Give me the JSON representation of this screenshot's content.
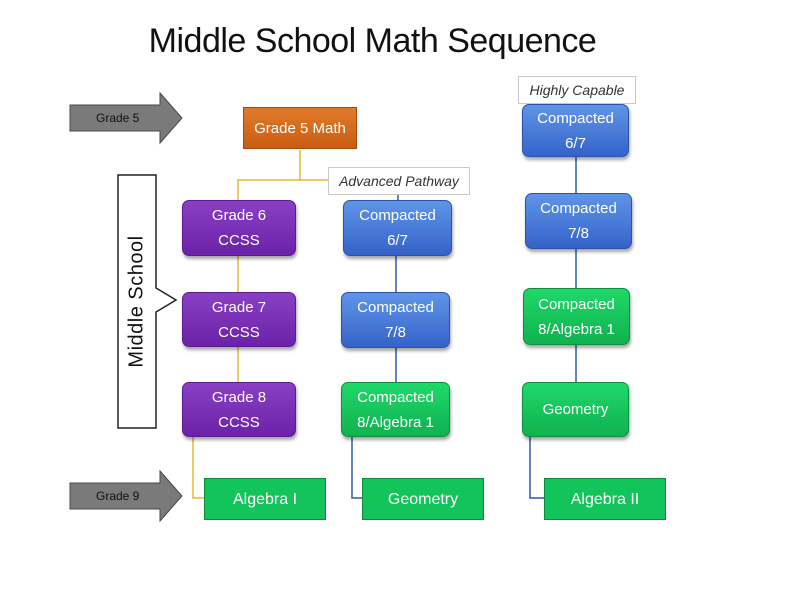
{
  "title": "Middle School Math Sequence",
  "grade_arrows": {
    "grade5": "Grade 5",
    "grade9": "Grade 9"
  },
  "side_label": "Middle School",
  "tags": {
    "advanced": "Advanced Pathway",
    "highly_capable": "Highly Capable"
  },
  "nodes": {
    "grade5_math": "Grade 5 Math",
    "grade6": "Grade 6\nCCSS",
    "grade7": "Grade 7\nCCSS",
    "grade8": "Grade 8\nCCSS",
    "algebra1": "Algebra I",
    "adv_compacted_67": "Compacted\n6/7",
    "adv_compacted_78": "Compacted\n7/8",
    "adv_compacted_8alg": "Compacted\n8/Algebra 1",
    "adv_geometry": "Geometry",
    "hc_compacted_67": "Compacted\n6/7",
    "hc_compacted_78": "Compacted\n7/8",
    "hc_compacted_8alg": "Compacted\n8/Algebra 1",
    "hc_geometry": "Geometry",
    "hc_algebra2": "Algebra II"
  },
  "colors": {
    "orange": "#d2691e",
    "purple": "#7030a0",
    "blue": "#4472c4",
    "green": "#00b050",
    "connector_gold": "#e8b830",
    "connector_blue": "#2f5aa8"
  }
}
